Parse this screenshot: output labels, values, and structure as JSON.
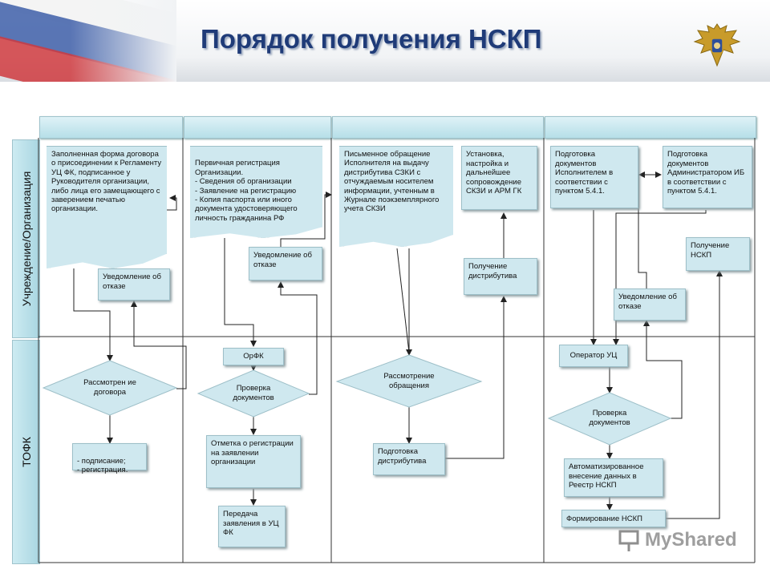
{
  "title": "Порядок получения НСКП",
  "lanes": {
    "top": "Учреждение/Организация",
    "bottom": "ТОФК"
  },
  "boxes": {
    "contract_form": "Заполненная форма договора о присоединении к Регламенту УЦ ФК, подписанное у Руководителя организации, либо лица его замещающего с заверением печатью организации.",
    "refusal_1": "Уведомление об отказе",
    "initial_reg": "Первичная регистрация Организации.\n- Сведения об организации\n- Заявление на регистрацию\n- Копия паспорта или иного документа удостоверяющего личность гражданина РФ",
    "refusal_2": "Уведомление об отказе",
    "letter": "Письменное обращение Исполнителя на выдачу дистрибутива СЗКИ с отчуждаемым носителем информации, учтенным в Журнале поэкземплярного учета СКЗИ",
    "install": "Установка, настройка и дальнейшее сопровождение СКЗИ и АРМ ГК",
    "get_distrib": "Получение дистрибутива",
    "prep_exec": "Подготовка документов Исполнителем в соответствии с пунктом 5.4.1.",
    "prep_admin": "Подготовка документов Администратором ИБ в соответствии с пунктом 5.4.1.",
    "get_nskp": "Получение НСКП",
    "refusal_3": "Уведомление об отказе",
    "review_contract": "Рассмотрен ие договора",
    "signing": "- подписание;\n- регистрация.",
    "orfk": "ОрФК",
    "check_docs_1": "Проверка документов",
    "mark_reg": "Отметка о регистрации на заявлении организации",
    "transfer": "Передача заявления в УЦ ФК",
    "review_appeal": "Рассмотрение обращения",
    "prep_distrib": "Подготовка дистрибутива",
    "operator": "Оператор УЦ",
    "check_docs_2": "Проверка документов",
    "auto_entry": "Автоматизированное внесение данных в Реестр НСКП",
    "form_nskp": "Формирование НСКП"
  },
  "watermark": "MyShared",
  "colors": {
    "box": "#cfe8ef",
    "title": "#1f3b78",
    "line": "#222222"
  }
}
